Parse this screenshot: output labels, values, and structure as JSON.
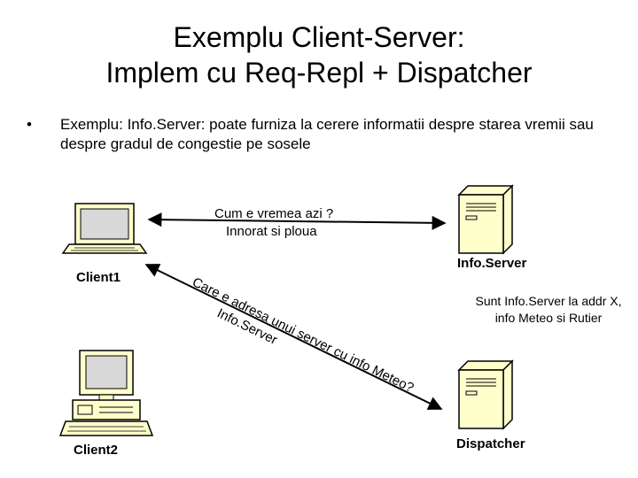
{
  "title": {
    "line1": "Exemplu Client-Server:",
    "line2": "Implem cu Req-Repl + Dispatcher"
  },
  "bullet": {
    "symbol": "•",
    "text": "Exemplu: Info.Server: poate furniza la cerere informatii despre starea vremii sau despre gradul de congestie pe sosele"
  },
  "nodes": {
    "client1": "Client1",
    "client2": "Client2",
    "info_server": "Info.Server",
    "dispatcher": "Dispatcher"
  },
  "messages": {
    "request": "Cum e vremea azi ?",
    "reply": "Innorat si ploua",
    "dispatch_query_line1": "Care e adresa unui server cu info Meteo?",
    "dispatch_query_line2": "Info.Server",
    "dispatcher_reply_line1": "Sunt Info.Server la addr X,",
    "dispatcher_reply_line2": "info Meteo si Rutier"
  },
  "icons": {
    "laptop": "laptop-icon",
    "desktop": "desktop-computer-icon",
    "server": "server-tower-icon"
  },
  "colors": {
    "device_fill": "#ffffcc",
    "device_outline": "#000000",
    "screen_fill": "#d8d8d8",
    "arrow": "#000000"
  }
}
